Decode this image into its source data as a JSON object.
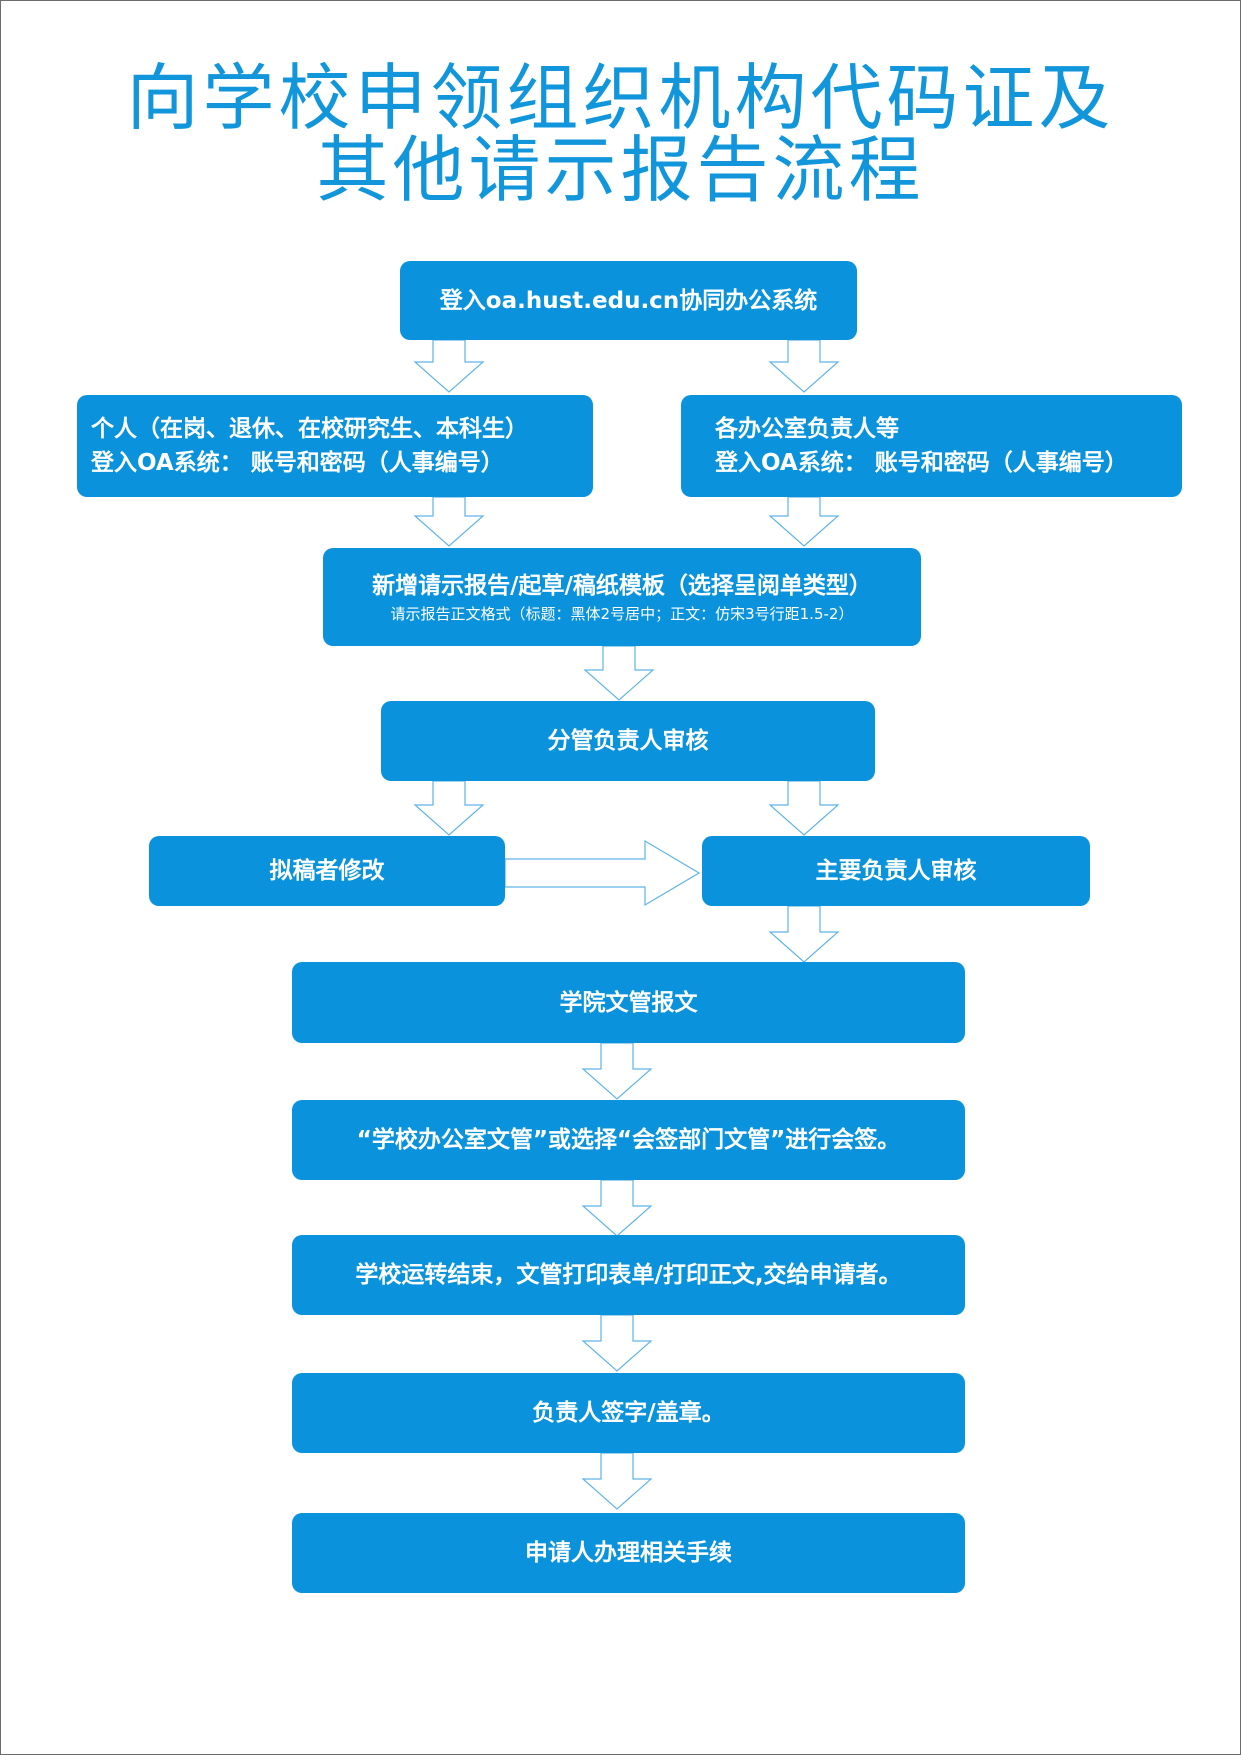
{
  "title": {
    "line1": "向学校申领组织机构代码证及",
    "line2": "其他请示报告流程"
  },
  "steps": {
    "login": "登入oa.hust.edu.cn协同办公系统",
    "individual_line1": "个人（在岗、退休、在校研究生、本科生）",
    "individual_line2": "登入OA系统： 账号和密码（人事编号）",
    "office_line1": "各办公室负责人等",
    "office_line2": "登入OA系统： 账号和密码（人事编号）",
    "draft_line1": "新增请示报告/起草/稿纸模板（选择呈阅单类型）",
    "draft_line2": "请示报告正文格式（标题：黑体2号居中；正文：仿宋3号行距1.5-2）",
    "supervisor_review": "分管负责人审核",
    "drafter_revise": "拟稿者修改",
    "principal_review": "主要负责人审核",
    "college_submit": "学院文管报文",
    "countersign": "“学校办公室文管”或选择“会签部门文管”进行会签。",
    "print": "学校运转结束，文管打印表单/打印正文,交给申请者。",
    "sign_stamp": "负责人签字/盖章。",
    "procedures": "申请人办理相关手续"
  },
  "colors": {
    "title": "#1296db",
    "box": "#0a93dc",
    "arrow_stroke": "#5fb4e6"
  }
}
